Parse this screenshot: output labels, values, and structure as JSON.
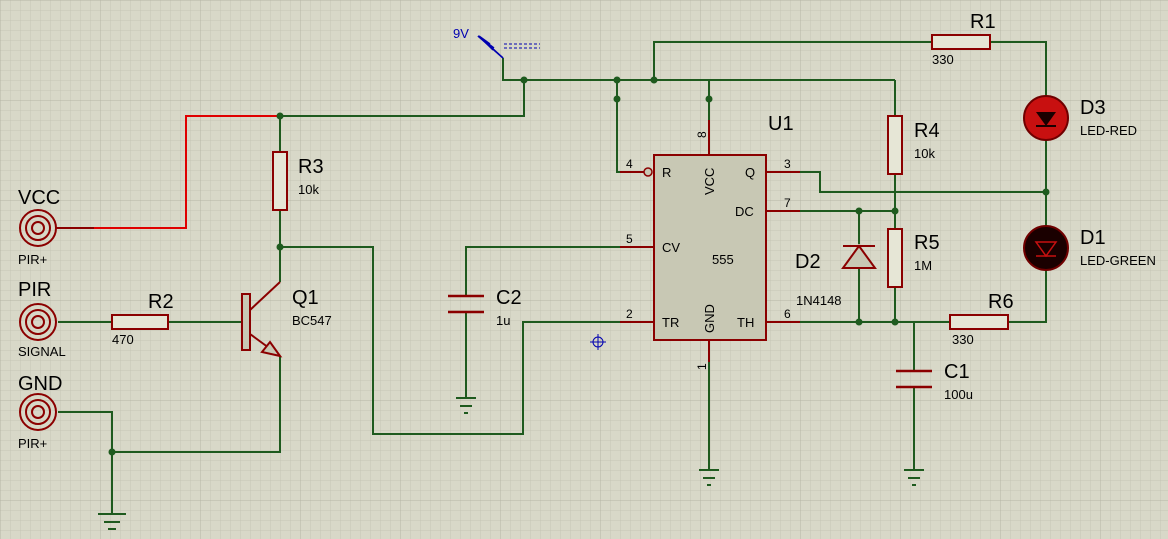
{
  "colors": {
    "background": "#d8d8c8",
    "grid": "#c4c4b4",
    "grid_major": "#b4b4a4",
    "wire": "#1e5a1e",
    "active_wire": "#e00000",
    "component": "#8b0000",
    "ic_fill": "#c8c8b4",
    "led_red": "#c81010",
    "led_green": "#1a0000",
    "power_label": "#0000b0"
  },
  "power": {
    "label": "9V"
  },
  "terminals": {
    "vcc": {
      "name": "VCC",
      "sub": "PIR+"
    },
    "pir": {
      "name": "PIR",
      "sub": "SIGNAL"
    },
    "gnd": {
      "name": "GND",
      "sub": "PIR+"
    }
  },
  "resistors": {
    "r1": {
      "ref": "R1",
      "value": "330"
    },
    "r2": {
      "ref": "R2",
      "value": "470"
    },
    "r3": {
      "ref": "R3",
      "value": "10k"
    },
    "r4": {
      "ref": "R4",
      "value": "10k"
    },
    "r5": {
      "ref": "R5",
      "value": "1M"
    },
    "r6": {
      "ref": "R6",
      "value": "330"
    }
  },
  "capacitors": {
    "c1": {
      "ref": "C1",
      "value": "100u"
    },
    "c2": {
      "ref": "C2",
      "value": "1u"
    }
  },
  "transistor": {
    "ref": "Q1",
    "value": "BC547"
  },
  "diodes": {
    "d1": {
      "ref": "D1",
      "value": "LED-GREEN"
    },
    "d2": {
      "ref": "D2",
      "value": "1N4148"
    },
    "d3": {
      "ref": "D3",
      "value": "LED-RED"
    }
  },
  "ic": {
    "ref": "U1",
    "part": "555",
    "pins": {
      "r": "R",
      "r_num": "4",
      "vcc": "VCC",
      "vcc_num": "8",
      "q": "Q",
      "q_num": "3",
      "dc": "DC",
      "dc_num": "7",
      "cv": "CV",
      "cv_num": "5",
      "tr": "TR",
      "tr_num": "2",
      "gnd": "GND",
      "gnd_num": "1",
      "th": "TH",
      "th_num": "6"
    }
  }
}
